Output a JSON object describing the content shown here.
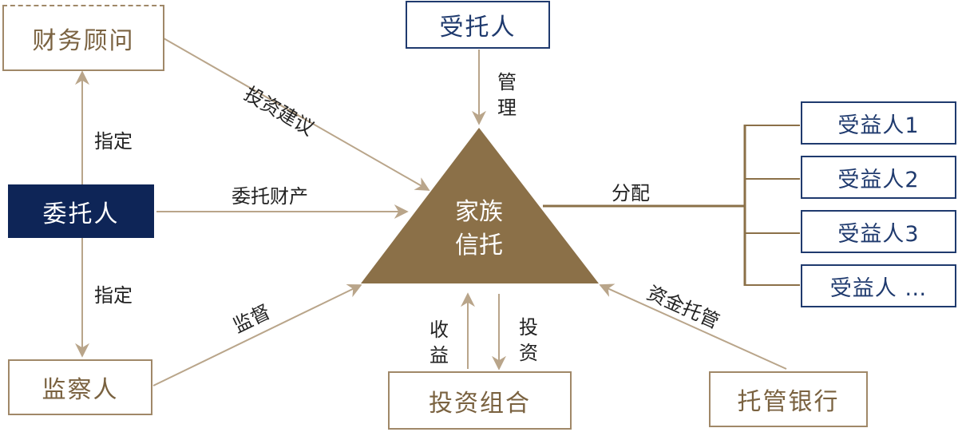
{
  "colors": {
    "gold_border": "#a08868",
    "gold_text": "#7a6240",
    "triangle_fill": "#8b7048",
    "arrow": "#b9a58a",
    "navy": "#1f3a6e",
    "navy_fill": "#0e2557"
  },
  "nodes": {
    "financial_advisor": "财务顾问",
    "trustee": "受托人",
    "settlor": "委托人",
    "supervisor": "监察人",
    "portfolio": "投资组合",
    "custodian_bank": "托管银行",
    "trust_line1": "家族",
    "trust_line2": "信托",
    "beneficiaries": [
      "受益人1",
      "受益人2",
      "受益人3",
      "受益人 …"
    ]
  },
  "edges": {
    "investment_advice": "投资建议",
    "manage": "管理",
    "appoint_up": "指定",
    "appoint_down": "指定",
    "entrust_property": "委托财产",
    "supervise": "监督",
    "income": "收益",
    "invest": "投资",
    "fund_custody": "资金托管",
    "distribute": "分配"
  }
}
